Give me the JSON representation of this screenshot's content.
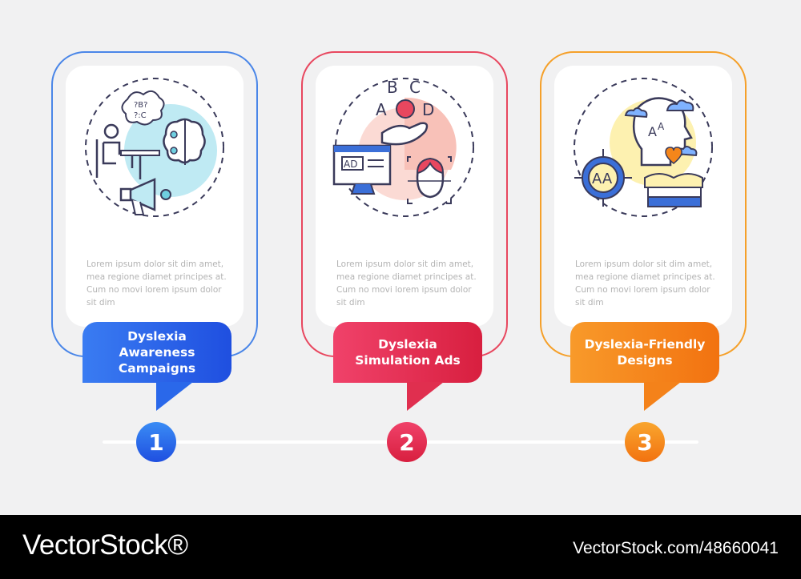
{
  "steps": [
    {
      "number": "1",
      "title": "Dyslexia Awareness Campaigns",
      "body": "Lorem ipsum dolor sit dim amet, mea regione diamet principes at. Cum no movi lorem ipsum dolor sit dim",
      "icon": "dyslexia-awareness-icon",
      "color": "#1f5ee8",
      "border": "#4a86e8"
    },
    {
      "number": "2",
      "title": "Dyslexia Simulation Ads",
      "body": "Lorem ipsum dolor sit dim amet, mea regione diamet principes at. Cum no movi lorem ipsum dolor sit dim",
      "icon": "simulation-ads-icon",
      "color": "#e0334c",
      "border": "#e8475f"
    },
    {
      "number": "3",
      "title": "Dyslexia-Friendly Designs",
      "body": "Lorem ipsum dolor sit dim amet, mea regione diamet principes at. Cum no movi lorem ipsum dolor sit dim",
      "icon": "friendly-designs-icon",
      "color": "#f5861a",
      "border": "#f5a02a"
    }
  ],
  "footer": {
    "brand": "VectorStock®",
    "id": "VectorStock.com/48660041"
  }
}
